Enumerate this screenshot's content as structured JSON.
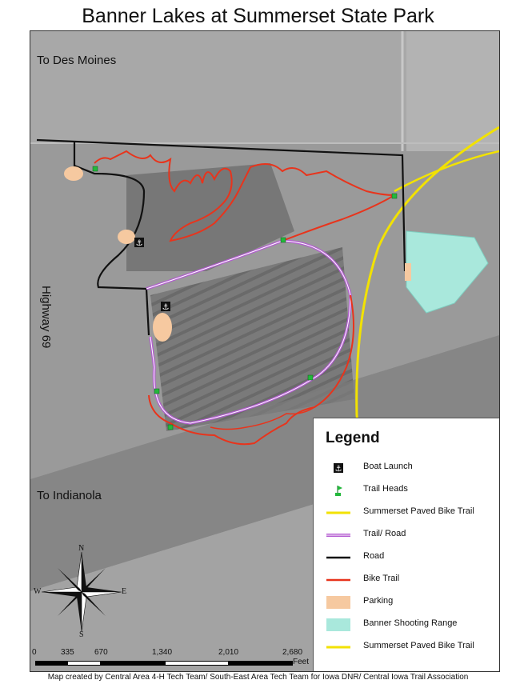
{
  "title": "Banner Lakes at Summerset State Park",
  "map_labels": {
    "north": "To Des Moines",
    "south": "To Indianola",
    "highway": "Highway 69"
  },
  "legend": {
    "title": "Legend",
    "items": [
      {
        "symbol": "boat-launch",
        "label": "Boat Launch"
      },
      {
        "symbol": "trail-head",
        "label": "Trail Heads"
      },
      {
        "symbol": "line-yellow",
        "label": "Summerset Paved Bike Trail"
      },
      {
        "symbol": "line-purple",
        "label": "Trail/ Road"
      },
      {
        "symbol": "line-black",
        "label": "Road"
      },
      {
        "symbol": "line-red",
        "label": "Bike Trail"
      },
      {
        "symbol": "area-peach",
        "label": "Parking"
      },
      {
        "symbol": "area-cyan",
        "label": "Banner Shooting Range"
      },
      {
        "symbol": "line-yellow",
        "label": "Summerset Paved Bike Trail"
      }
    ]
  },
  "scale": {
    "ticks": [
      "0",
      "335",
      "670",
      "1,340",
      "2,010",
      "2,680"
    ],
    "unit": "Feet"
  },
  "compass": {
    "n": "N",
    "s": "S",
    "e": "E",
    "w": "W"
  },
  "credit": "Map created by Central Area 4-H Tech Team/ South-East Area Tech Team for Iowa DNR/ Central Iowa Trail Association",
  "colors": {
    "paved_trail": "#f2e200",
    "trail_road": "#b35bd1",
    "road": "#111111",
    "bike_trail": "#e8341c",
    "parking": "#f6c9a0",
    "shooting_range": "#a9e8dc",
    "trail_head": "#23b83b"
  }
}
